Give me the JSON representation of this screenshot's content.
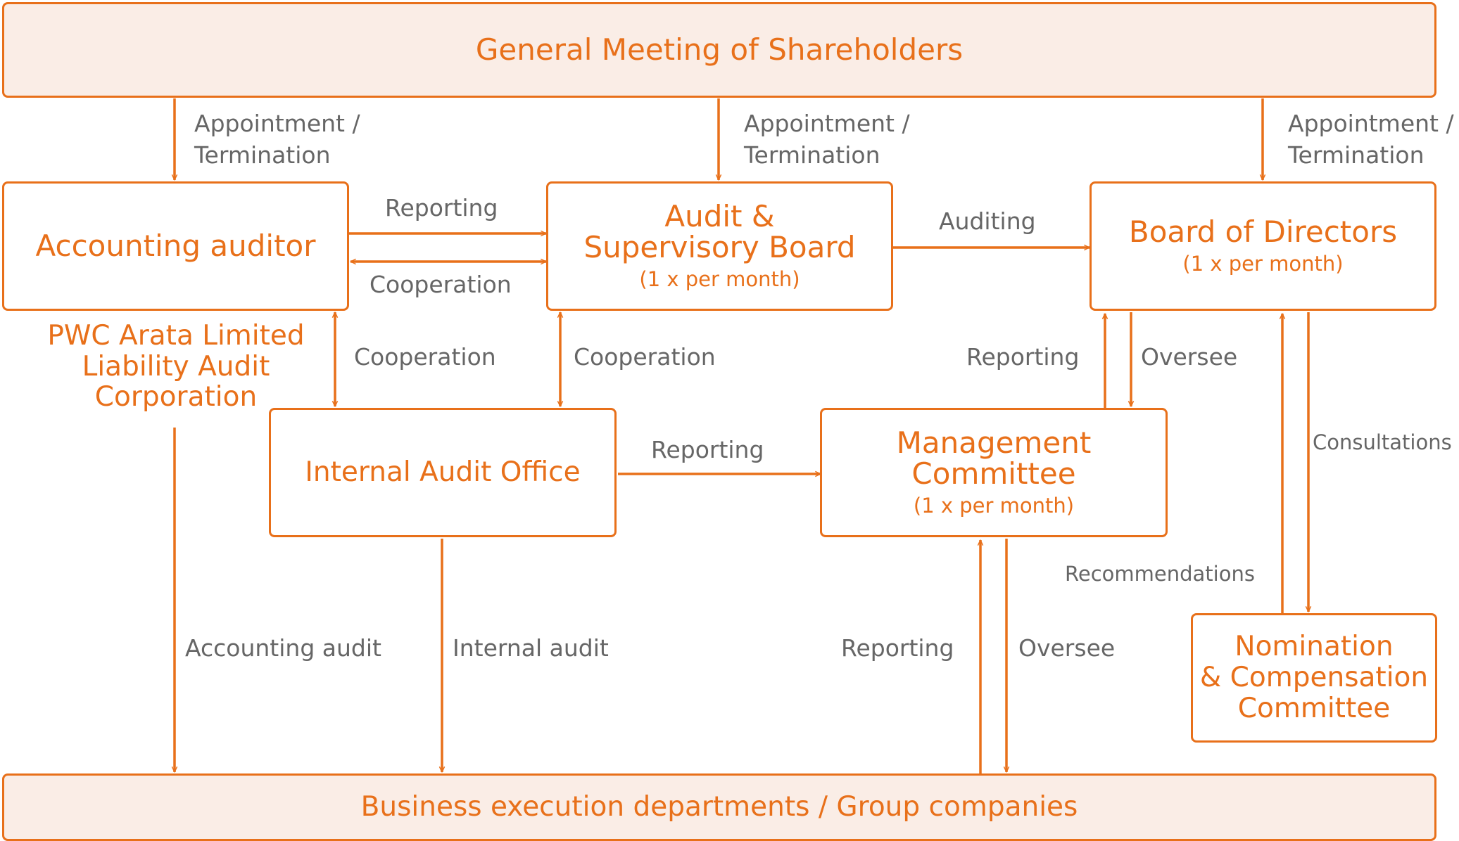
{
  "colors": {
    "accent": "#e8701a",
    "band_fill": "#faede6",
    "label": "#666666"
  },
  "nodes": {
    "shareholders": {
      "title": "General Meeting of Shareholders"
    },
    "accounting_auditor": {
      "title": "Accounting auditor"
    },
    "audit_board": {
      "title": "Audit &\nSupervisory Board",
      "sub": "(1 x per month)"
    },
    "board_directors": {
      "title": "Board of Directors",
      "sub": "(1 x per month)"
    },
    "internal_audit": {
      "title": "Internal Audit Office"
    },
    "management": {
      "title": "Management\nCommittee",
      "sub": "(1 x per month)"
    },
    "nomination": {
      "title": "Nomination\n& Compensation\nCommittee"
    },
    "business": {
      "title": "Business execution departments / Group companies"
    }
  },
  "auditor_name": "PWC Arata Limited\nLiability Audit\nCorporation",
  "edge_labels": {
    "appointment_1": "Appointment /\nTermination",
    "appointment_2": "Appointment /\nTermination",
    "appointment_3": "Appointment /\nTermination",
    "reporting_aa_asb": "Reporting",
    "cooperation_aa_asb": "Cooperation",
    "auditing": "Auditing",
    "cooperation_aa_ia": "Cooperation",
    "cooperation_asb_ia": "Cooperation",
    "reporting_mc_bod": "Reporting",
    "oversee_bod_mc": "Oversee",
    "consultations": "Consultations",
    "reporting_ia_mc": "Reporting",
    "recommendations": "Recommendations",
    "accounting_audit": "Accounting audit",
    "internal_audit": "Internal audit",
    "reporting_bus_mc": "Reporting",
    "oversee_mc_bus": "Oversee"
  }
}
